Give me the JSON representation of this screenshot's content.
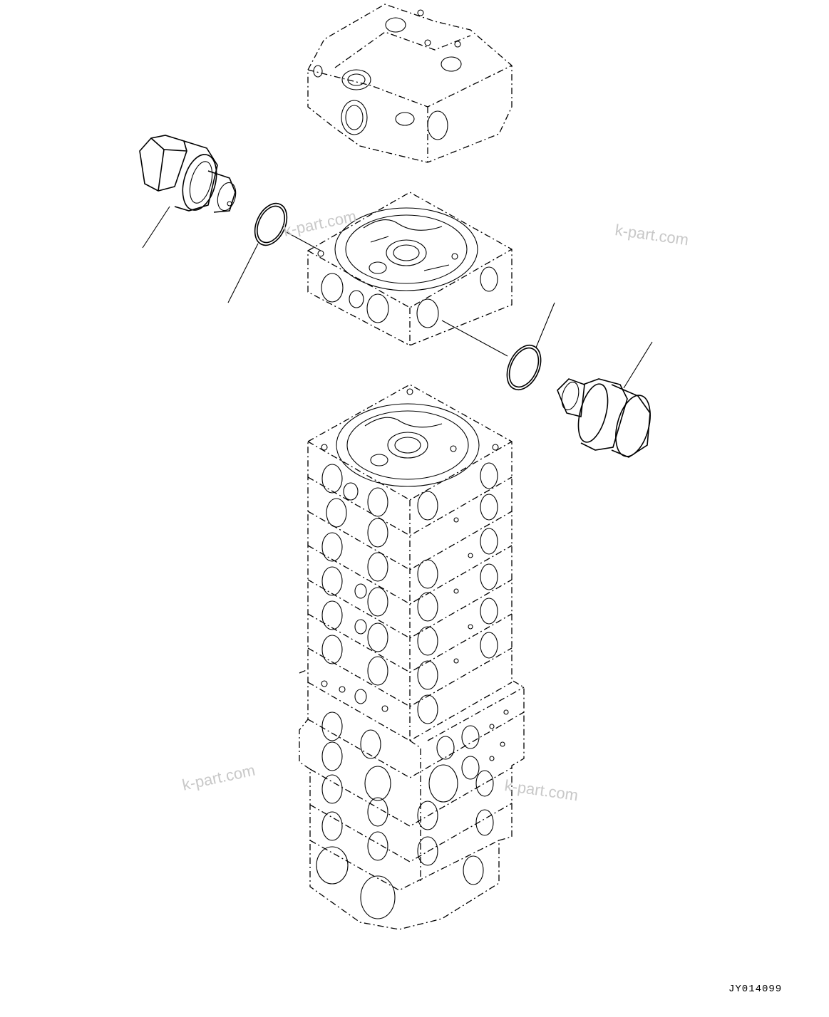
{
  "diagram": {
    "drawing_code": "JY014099",
    "watermarks": [
      "k-part.com",
      "k-part.com",
      "k-part.com",
      "k-part.com"
    ],
    "parts": [
      {
        "name": "relief-valve-left"
      },
      {
        "name": "o-ring-left"
      },
      {
        "name": "o-ring-right"
      },
      {
        "name": "relief-valve-right"
      },
      {
        "name": "upper-end-cover"
      },
      {
        "name": "valve-section"
      },
      {
        "name": "control-valve-body"
      }
    ]
  }
}
